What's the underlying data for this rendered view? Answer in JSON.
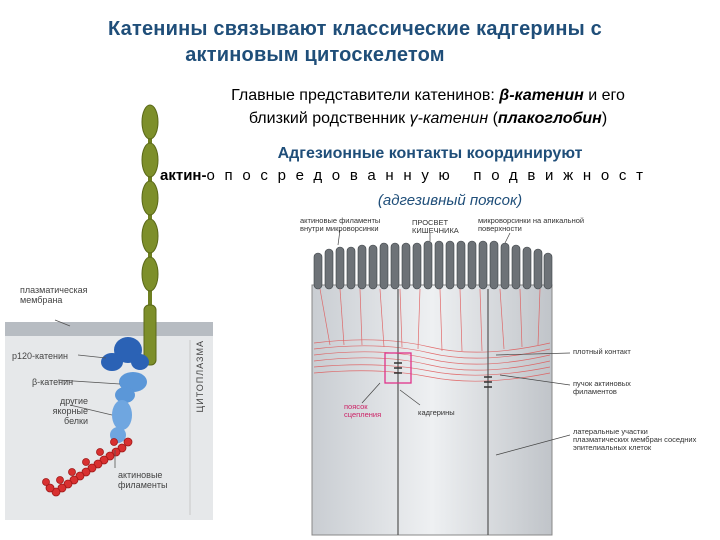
{
  "title": {
    "line1": "Катенины связывают классические кадгерины с",
    "line2": "актиновым цитоскелетом"
  },
  "subtitle": {
    "line1_pre": "Главные представители катенинов: ",
    "line1_beta": "β-катенин",
    "line1_post": " и его",
    "line2_pre": "близкий родственник ",
    "line2_gamma": "γ-катенин",
    "line2_mid": " (",
    "line2_plako": "плакоглобин",
    "line2_end": ")"
  },
  "adhesion_text": "Адгезионные контакты координируют",
  "motility_prefix": "актин-",
  "motility_spaced": "опосредованную подвижност",
  "belt_text": "(адгезивный поясок)",
  "left_diagram": {
    "plasma_membrane": "плазматическая мембрана",
    "p120": "p120-катенин",
    "beta_catenin": "β-катенин",
    "other_anchor": "другие якорные белки",
    "actin_filaments": "актиновые филаменты",
    "cytoplasm": "ЦИТОПЛАЗМА"
  },
  "right_diagram": {
    "actin_in_microvilli": "актиновые филаменты внутри микроворсинки",
    "lumen": "ПРОСВЕТ КИШЕЧНИКА",
    "microvilli": "микроворсинки на апикальной поверхности",
    "tight_junction": "плотный контакт",
    "actin_bundle": "пучок актиновых филаментов",
    "adhesion_belt": "поясок сцепления",
    "cadherins": "кадгерины",
    "lateral_membranes": "латеральные участки плазматических мембран соседних эпителиальных клеток"
  },
  "colors": {
    "title": "#1f4e79",
    "cadherin_green": "#7d8f2a",
    "p120_blue": "#2b62b5",
    "beta_blue": "#5b97d8",
    "actin_red": "#d83030",
    "membrane_gray": "#b7bcc2",
    "highlight_pink": "#e0338a"
  }
}
